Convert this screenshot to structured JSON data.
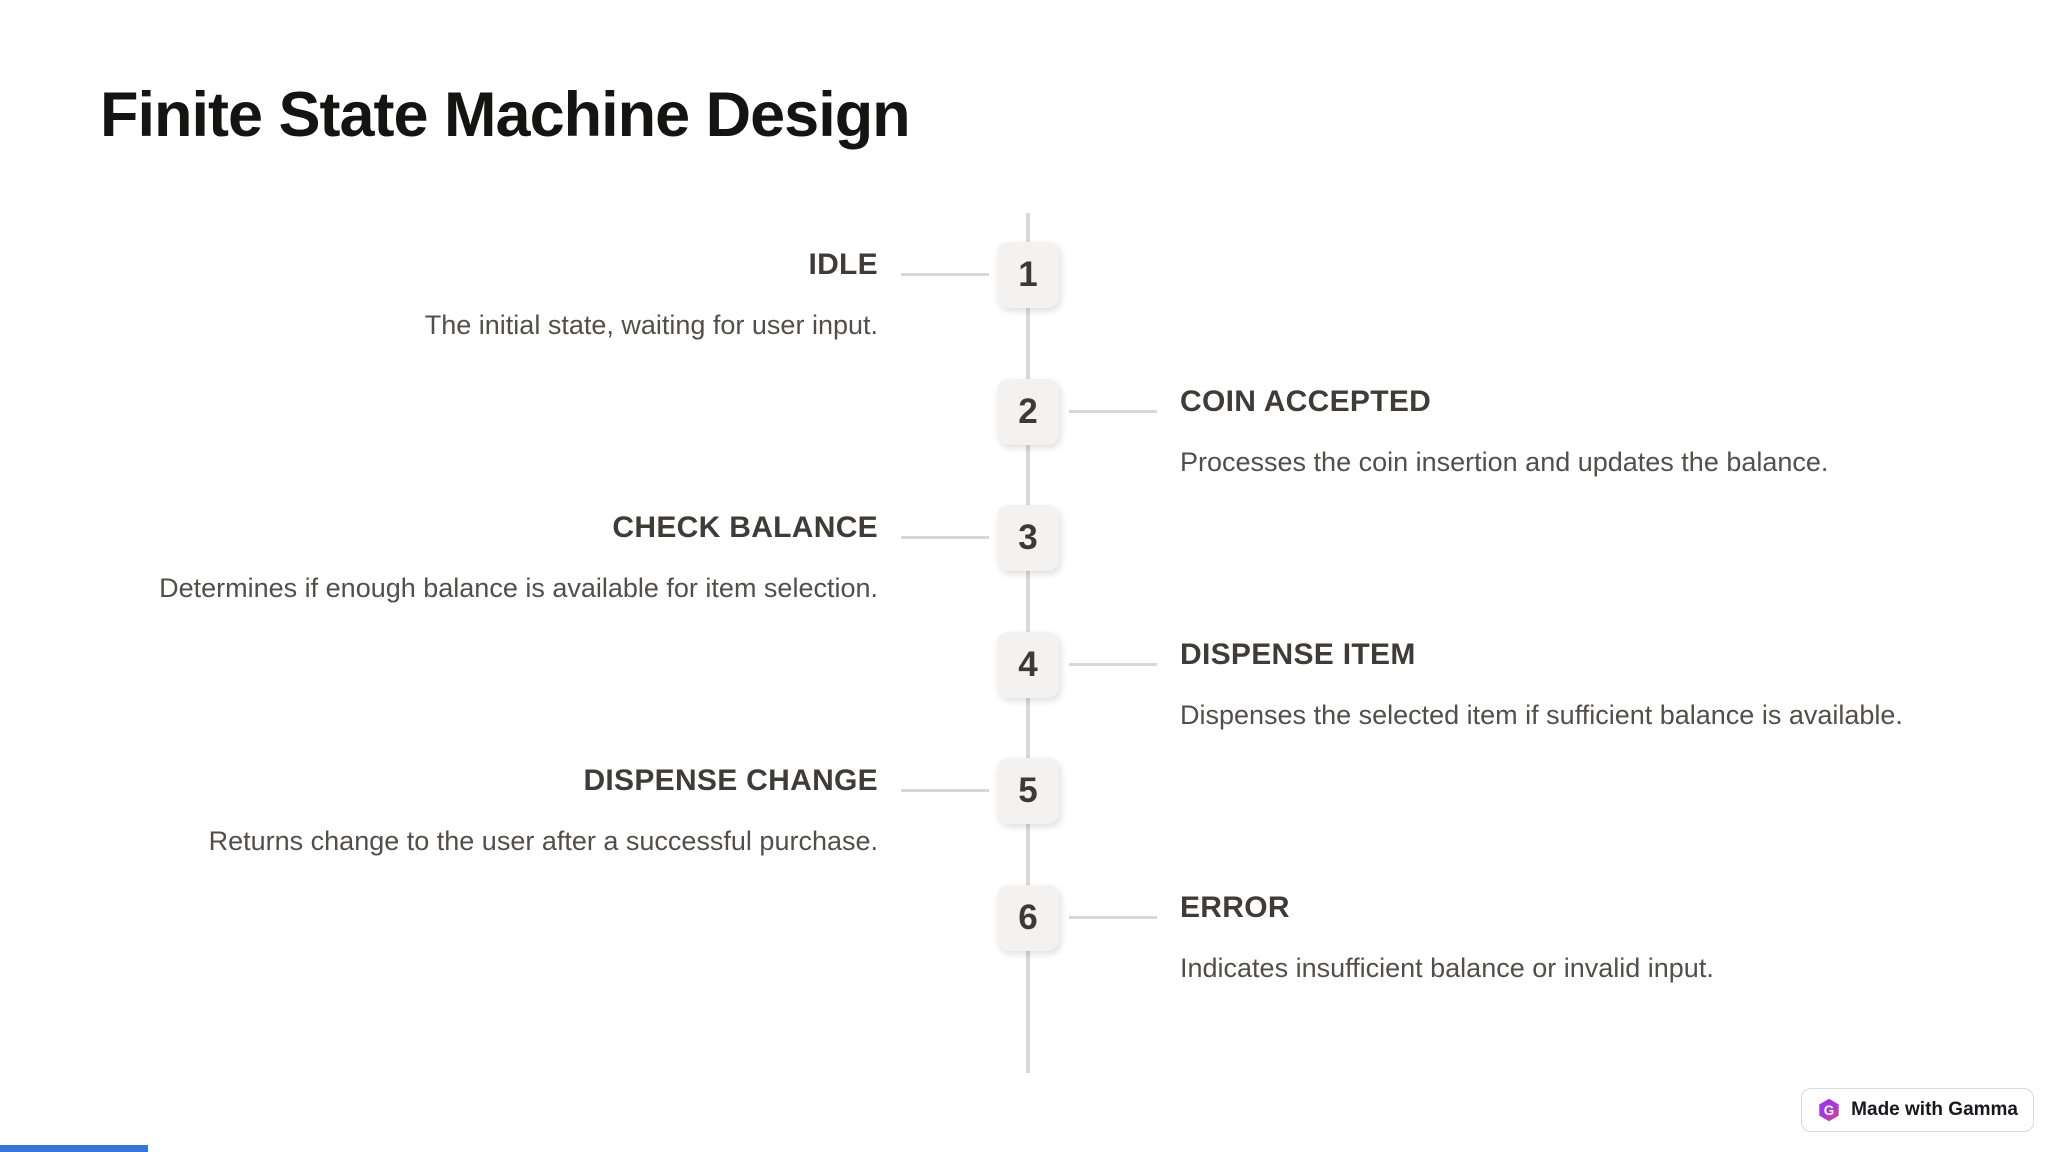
{
  "page": {
    "title": "Finite State Machine Design"
  },
  "timeline": {
    "items": [
      {
        "number": "1",
        "title": "IDLE",
        "description": "The initial state, waiting for user input."
      },
      {
        "number": "2",
        "title": "COIN ACCEPTED",
        "description": "Processes the coin insertion and updates the balance."
      },
      {
        "number": "3",
        "title": "CHECK BALANCE",
        "description": "Determines if enough balance is available for item selection."
      },
      {
        "number": "4",
        "title": "DISPENSE ITEM",
        "description": "Dispenses the selected item if sufficient balance is available."
      },
      {
        "number": "5",
        "title": "DISPENSE CHANGE",
        "description": "Returns change to the user after a successful purchase."
      },
      {
        "number": "6",
        "title": "ERROR",
        "description": "Indicates insufficient balance or invalid input."
      }
    ]
  },
  "footer": {
    "badge_label": "Made with Gamma"
  },
  "colors": {
    "heading": "#141413",
    "state_title": "#3f3b37",
    "description": "#534e4a",
    "node_background": "#f4f2f0",
    "node_number": "#3d3935",
    "timeline_line": "#dbd9d7",
    "progress_bar": "#3577d4",
    "gamma_gradient_start": "#9a34ee",
    "gamma_gradient_end": "#e0447e"
  }
}
